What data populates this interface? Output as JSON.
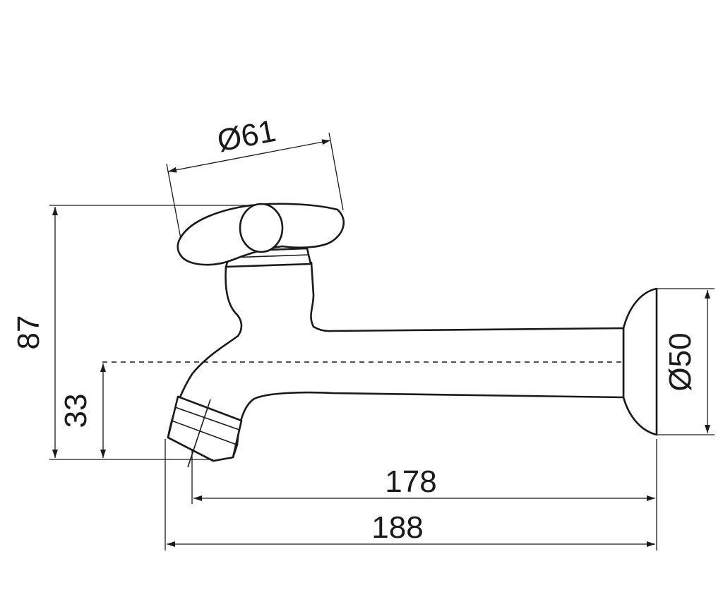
{
  "drawing": {
    "subject": "wall-mounted bib tap",
    "dimensions": {
      "handle_diameter": "Ø61",
      "total_height": "87",
      "outlet_height": "33",
      "flange_diameter": "Ø50",
      "projection_to_outlet": "178",
      "overall_projection": "188"
    }
  }
}
